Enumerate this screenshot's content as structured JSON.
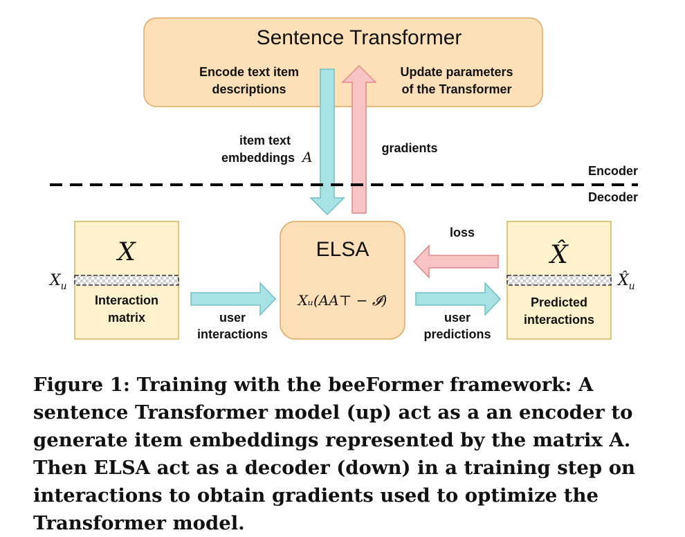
{
  "encoder_box": {
    "title": "Sentence Transformer",
    "left_note": [
      "Encode text item",
      "descriptions"
    ],
    "right_note": [
      "Update parameters",
      "of the Transformer"
    ]
  },
  "arrows": {
    "embeddings_label_line1": "item text",
    "embeddings_label_line2": "embeddings",
    "embeddings_symbol": "A",
    "gradients_label": "gradients",
    "loss_label": "loss",
    "user_interactions": [
      "user",
      "interactions"
    ],
    "user_predictions": [
      "user",
      "predictions"
    ]
  },
  "divider": {
    "encoder_label": "Encoder",
    "decoder_label": "Decoder"
  },
  "input_matrix": {
    "symbol": "X",
    "row_symbol": "X",
    "row_subscript": "u",
    "label": [
      "Interaction",
      "matrix"
    ]
  },
  "elsa": {
    "title": "ELSA",
    "formula": "Xᵤ(AA⊤ − 𝓘)"
  },
  "output_matrix": {
    "symbol": "X̂",
    "row_symbol": "X̂",
    "row_subscript": "u",
    "label": [
      "Predicted",
      "interactions"
    ]
  },
  "caption": "Figure 1: Training with the beeFormer framework: A sentence Transformer model (up) act as a an encoder to generate item embeddings represented by the matrix A. Then ELSA act as a decoder (down) in a training step on interactions to obtain gradients used to optimize the Transformer model.",
  "colors": {
    "orange_fill": "#fde0b8",
    "orange_stroke": "#e0a862",
    "yellow_fill": "#fff2cc",
    "yellow_stroke": "#d6b656",
    "teal_fill": "#a9e2e4",
    "teal_stroke": "#6fbfc4",
    "pink_fill": "#f7c3c3",
    "pink_stroke": "#e08a8a"
  }
}
